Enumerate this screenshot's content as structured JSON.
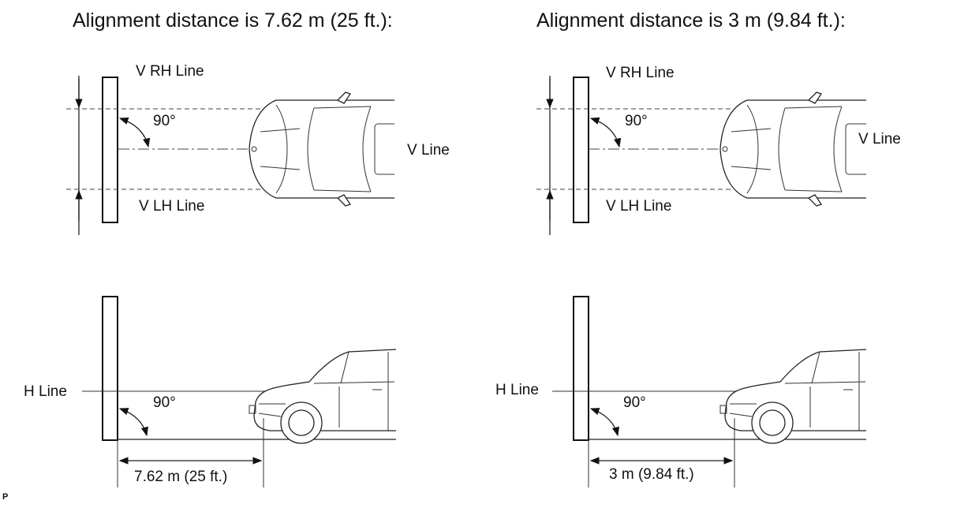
{
  "panels": [
    {
      "title": "Alignment distance is 7.62 m (25 ft.):",
      "labels": {
        "v_rh": "V RH Line",
        "v_lh": "V LH Line",
        "v_line": "V Line",
        "h_line": "H Line",
        "angle_top": "90°",
        "angle_bottom": "90°",
        "distance": "7.62 m (25 ft.)"
      }
    },
    {
      "title": "Alignment distance is 3 m (9.84 ft.):",
      "labels": {
        "v_rh": "V RH Line",
        "v_lh": "V LH Line",
        "v_line": "V Line",
        "h_line": "H Line",
        "angle_top": "90°",
        "angle_bottom": "90°",
        "distance": "3 m (9.84 ft.)"
      }
    }
  ],
  "footer": "P"
}
